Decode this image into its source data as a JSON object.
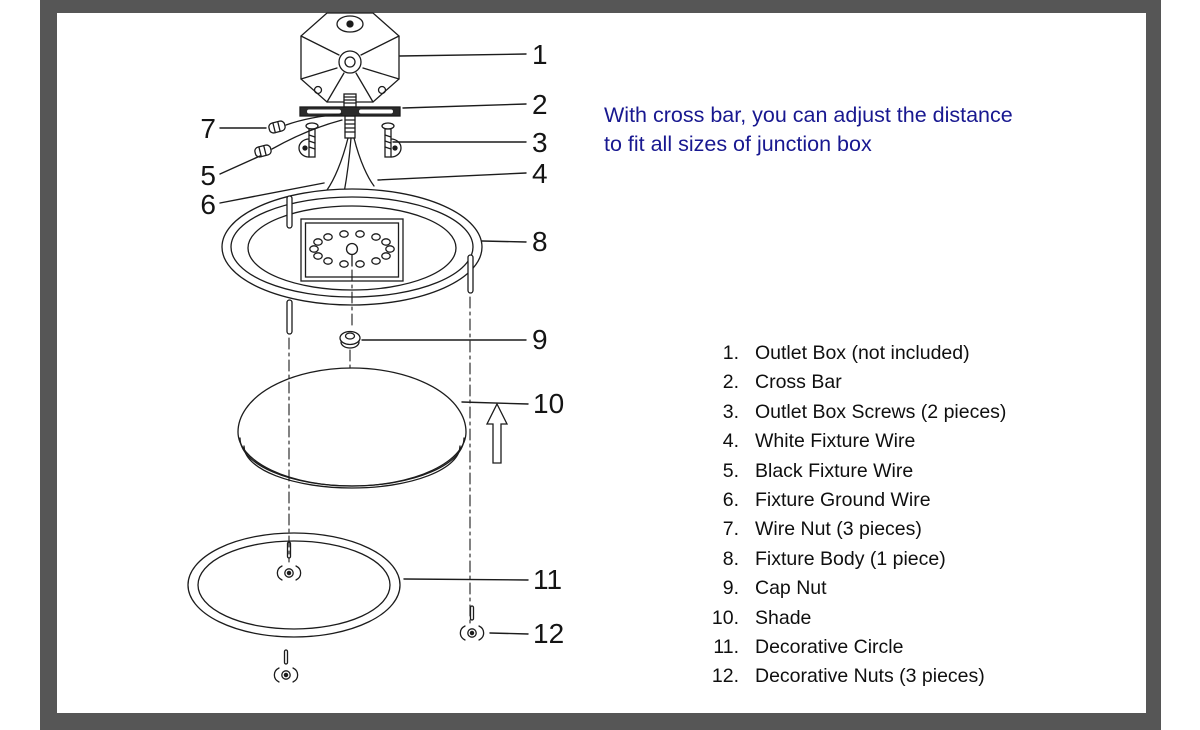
{
  "note": {
    "line1": "With cross bar, you can adjust the distance",
    "line2": "to fit all sizes of junction box",
    "color": "#181890"
  },
  "icons": {
    "up_arrow": "↑"
  },
  "callouts": [
    "1",
    "2",
    "3",
    "4",
    "5",
    "6",
    "7",
    "8",
    "9",
    "10",
    "11",
    "12"
  ],
  "parts_list": {
    "items": [
      {
        "num": "1.",
        "label": "Outlet Box (not included)"
      },
      {
        "num": "2.",
        "label": "Cross Bar"
      },
      {
        "num": "3.",
        "label": "Outlet Box Screws (2 pieces)"
      },
      {
        "num": "4.",
        "label": "White Fixture Wire"
      },
      {
        "num": "5.",
        "label": "Black Fixture Wire"
      },
      {
        "num": "6.",
        "label": "Fixture Ground Wire"
      },
      {
        "num": "7.",
        "label": "Wire Nut (3 pieces)"
      },
      {
        "num": "8.",
        "label": "Fixture Body (1 piece)"
      },
      {
        "num": "9.",
        "label": "Cap Nut"
      },
      {
        "num": "10.",
        "label": "Shade"
      },
      {
        "num": "11.",
        "label": "Decorative Circle"
      },
      {
        "num": "12.",
        "label": "Decorative Nuts (3 pieces)"
      }
    ]
  }
}
